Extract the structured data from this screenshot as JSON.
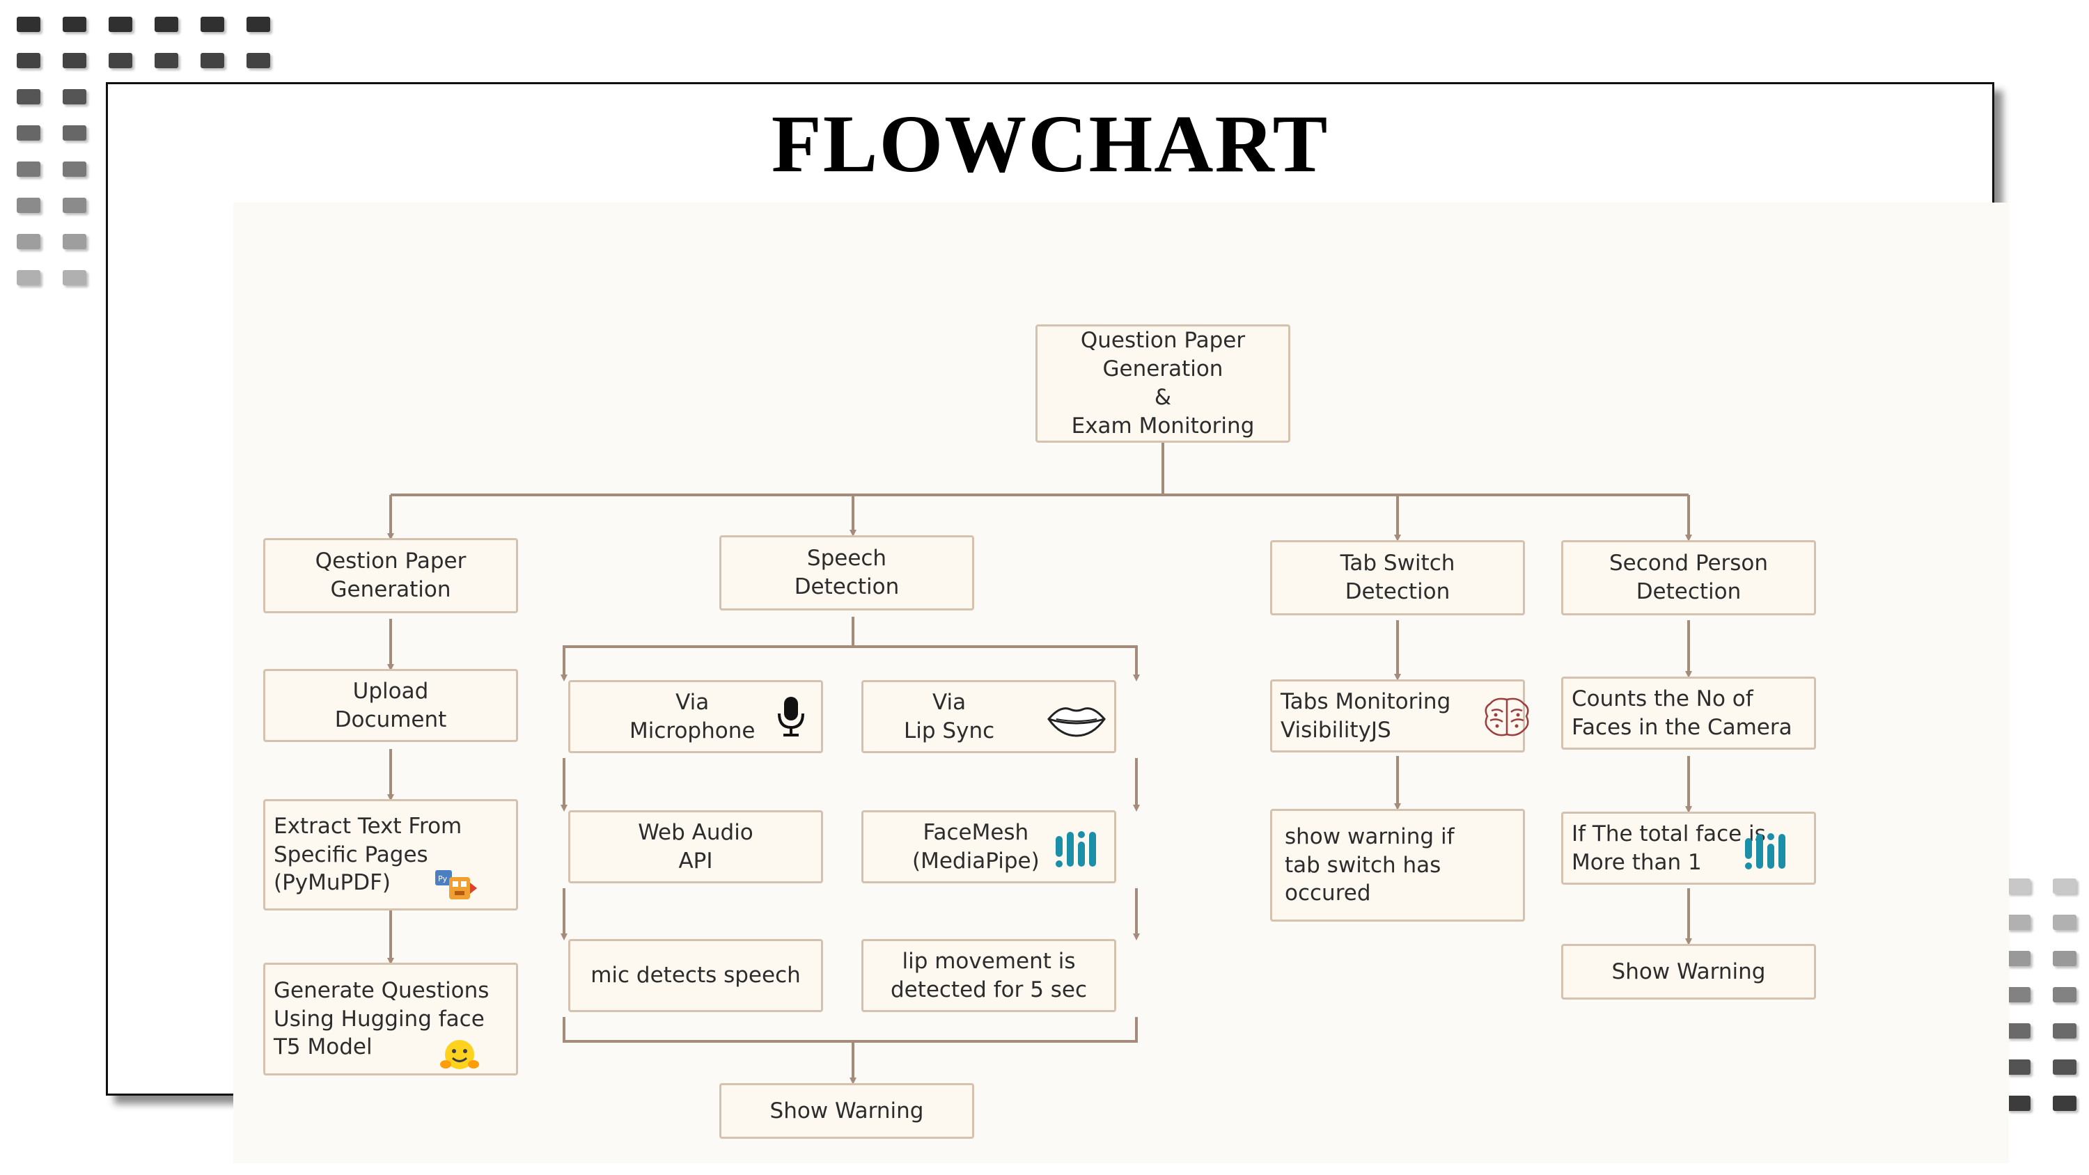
{
  "title": "FLOWCHART",
  "colors": {
    "connector": "#a58b7a",
    "node_fill": "#fdf8f0",
    "node_border": "#d5c2ae",
    "frame": "#111111"
  },
  "nodes": {
    "root": "Question Paper\nGeneration\n&\nExam Monitoring",
    "qp_gen": "Qestion Paper\nGeneration",
    "upload": "Upload\nDocument",
    "extract": "Extract Text From\nSpecific Pages\n(PyMuPDF)",
    "generate": "Generate Questions\nUsing Hugging face\nT5 Model",
    "speech": "Speech\nDetection",
    "via_mic": "Via\nMicrophone",
    "web_audio": "Web Audio\nAPI",
    "mic_detects": "mic detects speech",
    "via_lip": "Via\nLip Sync",
    "facemesh": "FaceMesh\n(MediaPipe)",
    "lip_movement": "lip movement is\ndetected for 5 sec",
    "speech_warning": "Show  Warning",
    "tab_switch": "Tab Switch\nDetection",
    "tabs_monitoring": "Tabs Monitoring\nVisibilityJS",
    "tab_warning": "show warning if\ntab switch has\noccured",
    "second_person": "Second Person\nDetection",
    "counts_faces": "Counts the No of\nFaces in the Camera",
    "if_total": "If The total face is\nMore than 1",
    "person_warning": "Show  Warning"
  },
  "icons": [
    "microphone-icon",
    "lips-icon",
    "mediapipe-icon",
    "pymupdf-icon",
    "hugging-face-icon",
    "brain-icon"
  ]
}
